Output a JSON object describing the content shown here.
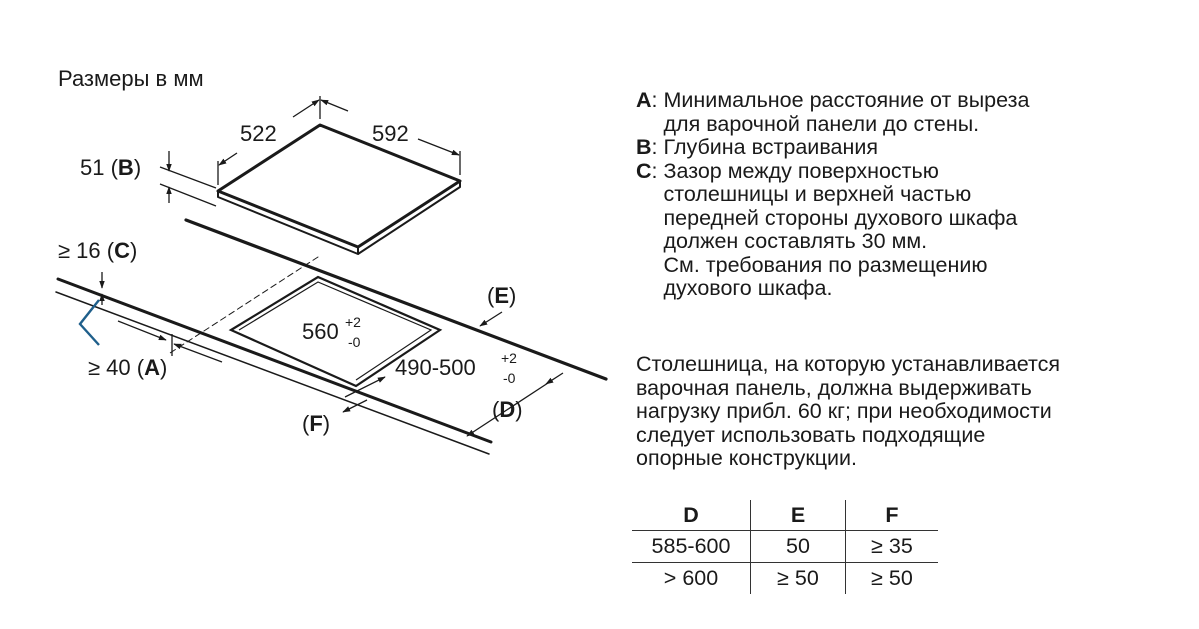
{
  "diagram": {
    "title": "Размеры в мм",
    "dims": {
      "depth_hob": "522",
      "width_hob": "592",
      "cutout_width": "560",
      "cutout_width_tol_upper": "+2",
      "cutout_width_tol_lower": "-0",
      "cutout_depth": "490-500",
      "cutout_depth_tol_upper": "+2",
      "cutout_depth_tol_lower": "-0"
    },
    "labels": {
      "b": {
        "pre": "51 (",
        "key": "B",
        "post": ")"
      },
      "c": {
        "pre": "≥ 16 (",
        "key": "C",
        "post": ")"
      },
      "a": {
        "pre": "≥ 40 (",
        "key": "A",
        "post": ")"
      },
      "e": {
        "pre": "(",
        "key": "E",
        "post": ")"
      },
      "d": {
        "pre": "(",
        "key": "D",
        "post": ")"
      },
      "f": {
        "pre": "(",
        "key": "F",
        "post": ")"
      }
    },
    "accent_color": "#1f5f8b"
  },
  "legend": [
    {
      "key": "A",
      "lines": [
        "Минимальное расстояние от выреза",
        "для варочной панели до стены."
      ]
    },
    {
      "key": "B",
      "lines": [
        "Глубина встраивания"
      ]
    },
    {
      "key": "C",
      "lines": [
        "Зазор между поверхностью",
        "столешницы и верхней частью",
        "передней стороны духового шкафа",
        "должен составлять 30 мм.",
        "См. требования по размещению",
        "духового шкафа."
      ]
    }
  ],
  "note": {
    "lines": [
      "Столешница, на которую устанавливается",
      "варочная панель, должна выдерживать",
      "нагрузку прибл. 60 кг; при необходимости",
      "следует использовать подходящие",
      "опорные конструкции."
    ]
  },
  "table": {
    "headers": [
      "D",
      "E",
      "F"
    ],
    "rows": [
      [
        "585-600",
        "50",
        "≥ 35"
      ],
      [
        "> 600",
        "≥ 50",
        "≥ 50"
      ]
    ]
  }
}
